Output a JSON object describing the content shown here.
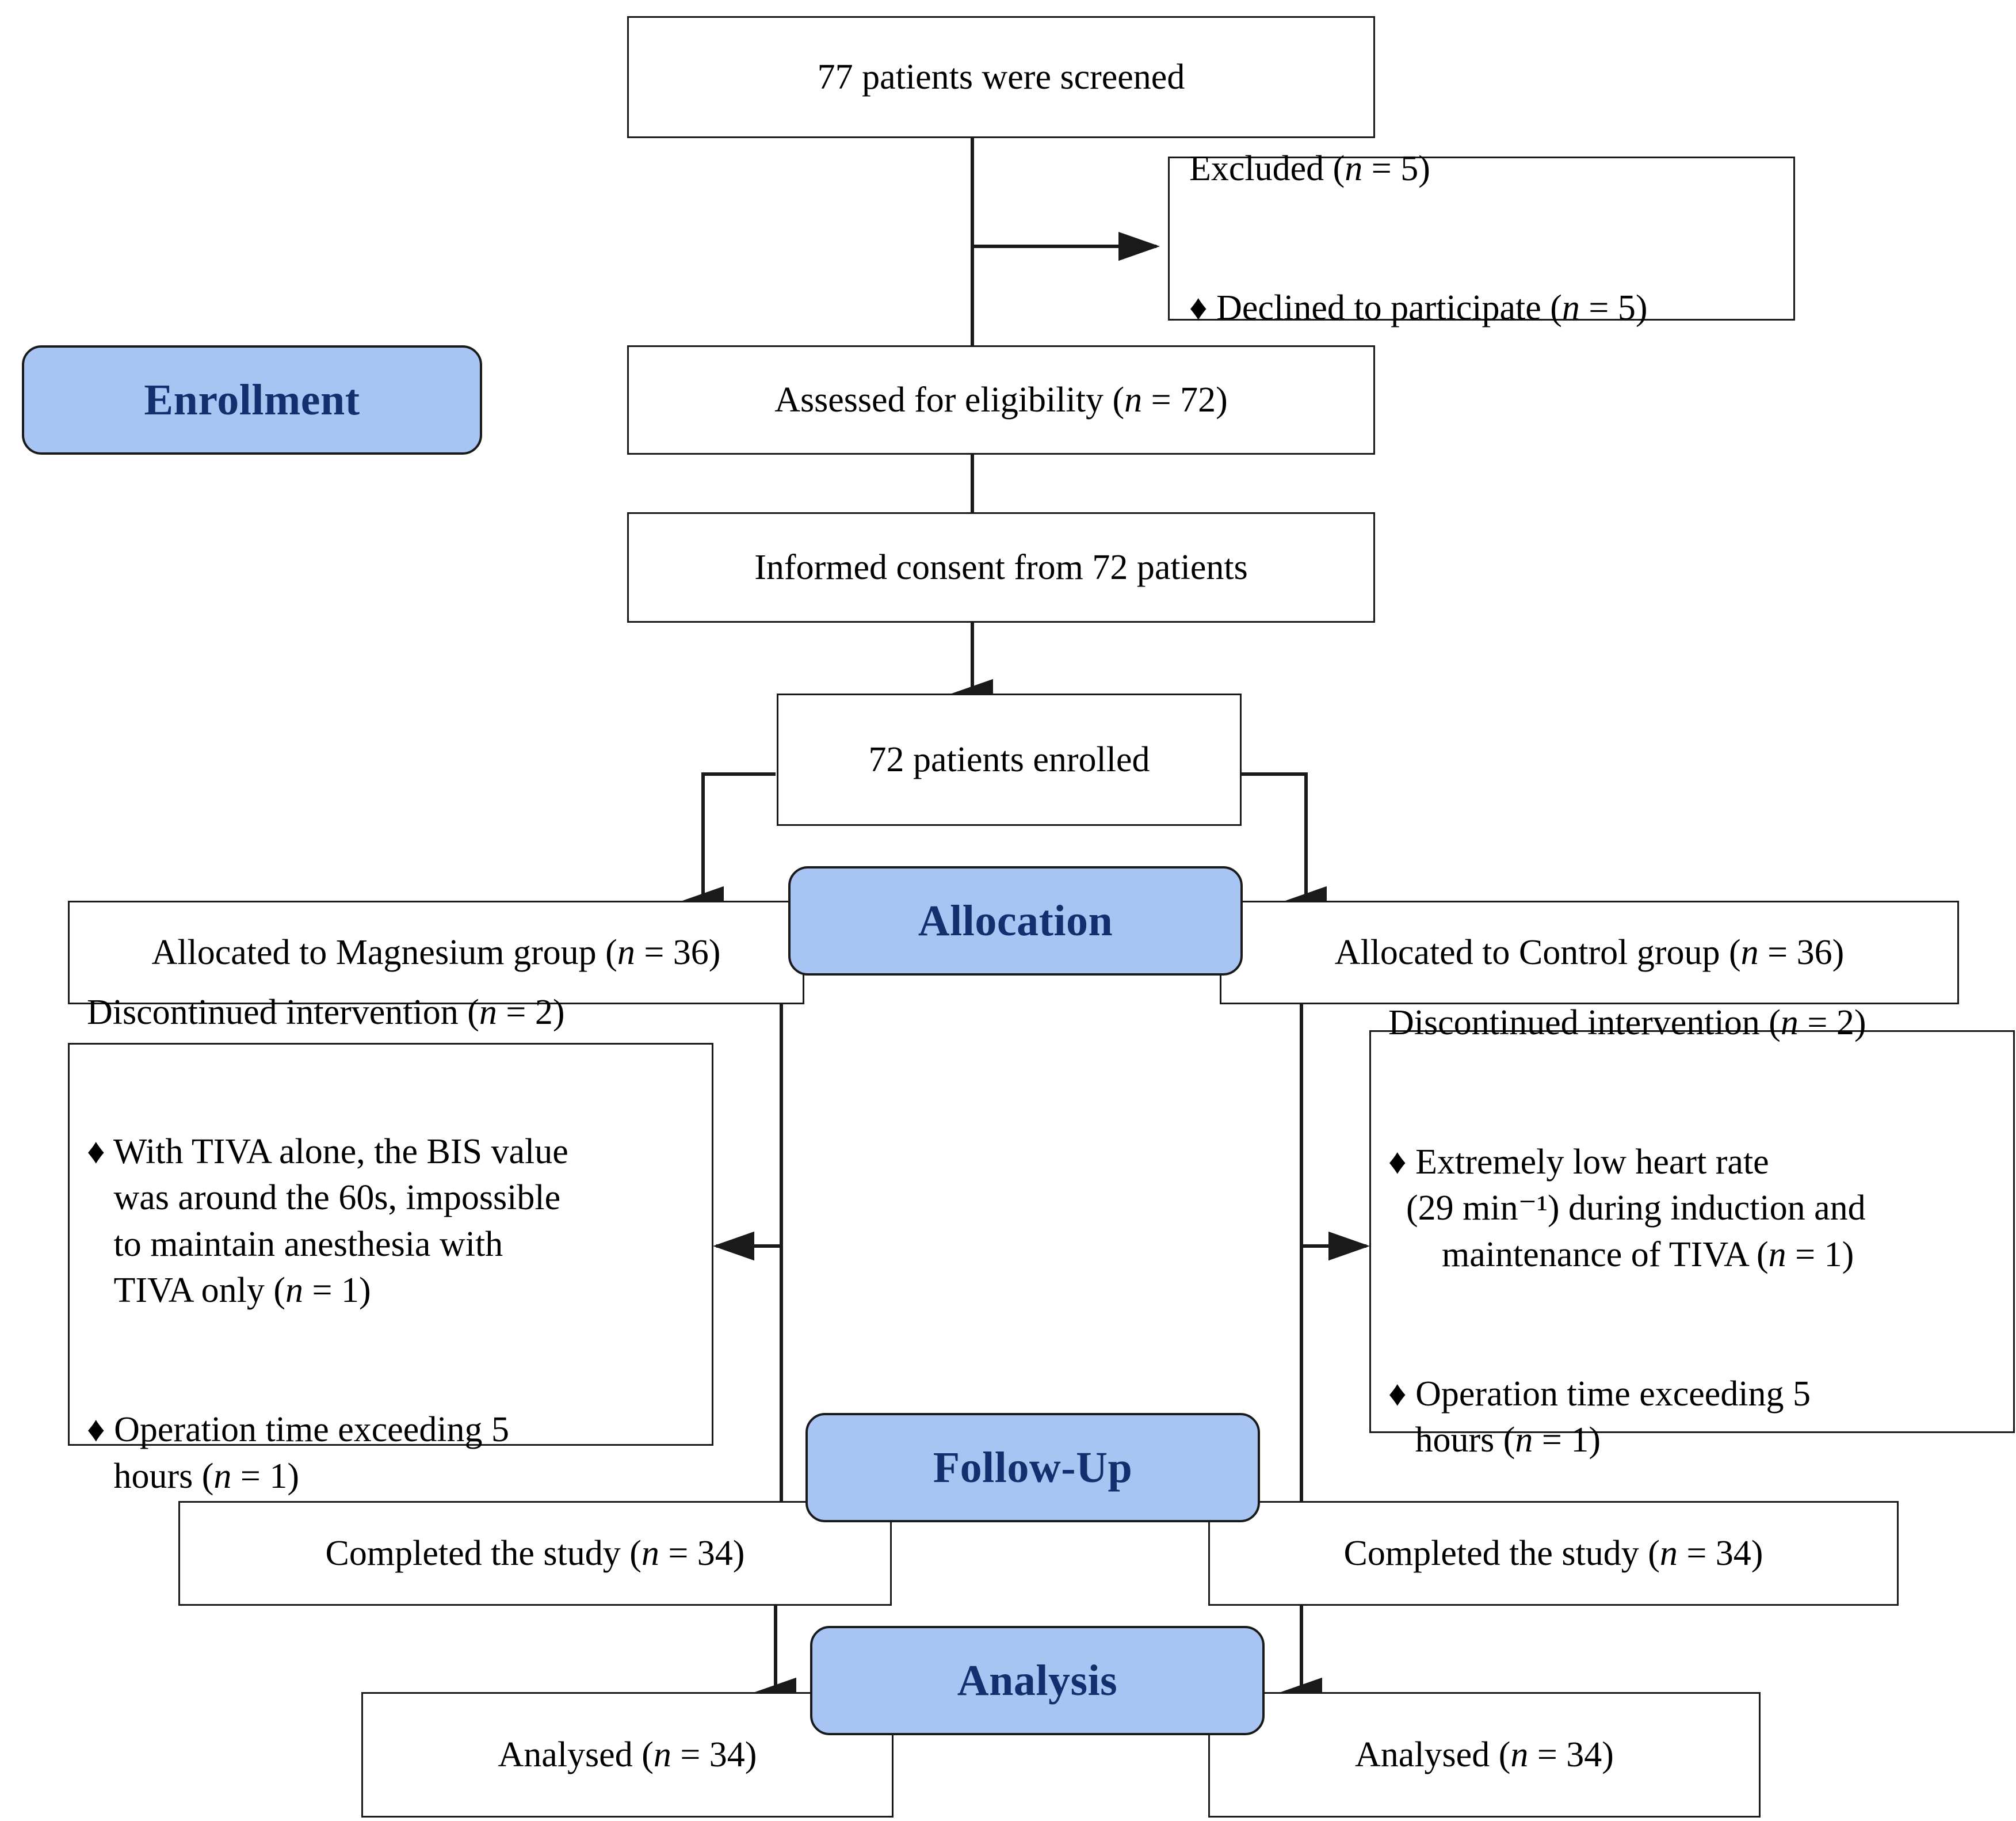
{
  "diagram": {
    "title": "CONSORT participant flow diagram",
    "accent_blue": "#a8c4f2",
    "badge_text_color": "#13306e",
    "line_color": "#1a1a1a",
    "bullet_glyph": "♦"
  },
  "stages": {
    "enrollment": "Enrollment",
    "allocation": "Allocation",
    "followup": "Follow-Up",
    "analysis": "Analysis"
  },
  "boxes": {
    "screened": "77 patients were screened",
    "excluded_head": "Excluded (n = 5)",
    "excluded_item1": "♦ Declined to participate (n = 5)",
    "eligibility": "Assessed for eligibility (n = 72)",
    "consent": "Informed consent from 72 patients",
    "enrolled": "72 patients enrolled",
    "alloc_left": "Allocated to Magnesium group (n = 36)",
    "alloc_right": "Allocated to Control group (n = 36)",
    "disc_left_head": "Discontinued intervention (n = 2)",
    "disc_left_item1": "♦ With TIVA alone, the BIS value\n   was around the 60s, impossible\n   to maintain anesthesia with\n   TIVA only (n = 1)",
    "disc_left_item2": "♦ Operation time exceeding 5\n   hours (n = 1)",
    "disc_right_head": "Discontinued intervention (n = 2)",
    "disc_right_item1": "♦ Extremely low heart rate\n  (29 min⁻¹) during induction and\n      maintenance of TIVA (n = 1)",
    "disc_right_item2": "♦ Operation time exceeding 5\n   hours (n = 1)",
    "completed_left": "Completed the study (n = 34)",
    "completed_right": "Completed the study (n = 34)",
    "analysed_left": "Analysed (n = 34)",
    "analysed_right": "Analysed (n = 34)"
  },
  "flow_data": {
    "type": "flowchart",
    "screened_n": 77,
    "excluded_n": 5,
    "declined_n": 5,
    "eligible_n": 72,
    "consented_n": 72,
    "enrolled_n": 72,
    "magnesium_allocated_n": 36,
    "control_allocated_n": 36,
    "magnesium_discontinued_n": 2,
    "control_discontinued_n": 2,
    "magnesium_completed_n": 34,
    "control_completed_n": 34,
    "magnesium_analysed_n": 34,
    "control_analysed_n": 34
  }
}
